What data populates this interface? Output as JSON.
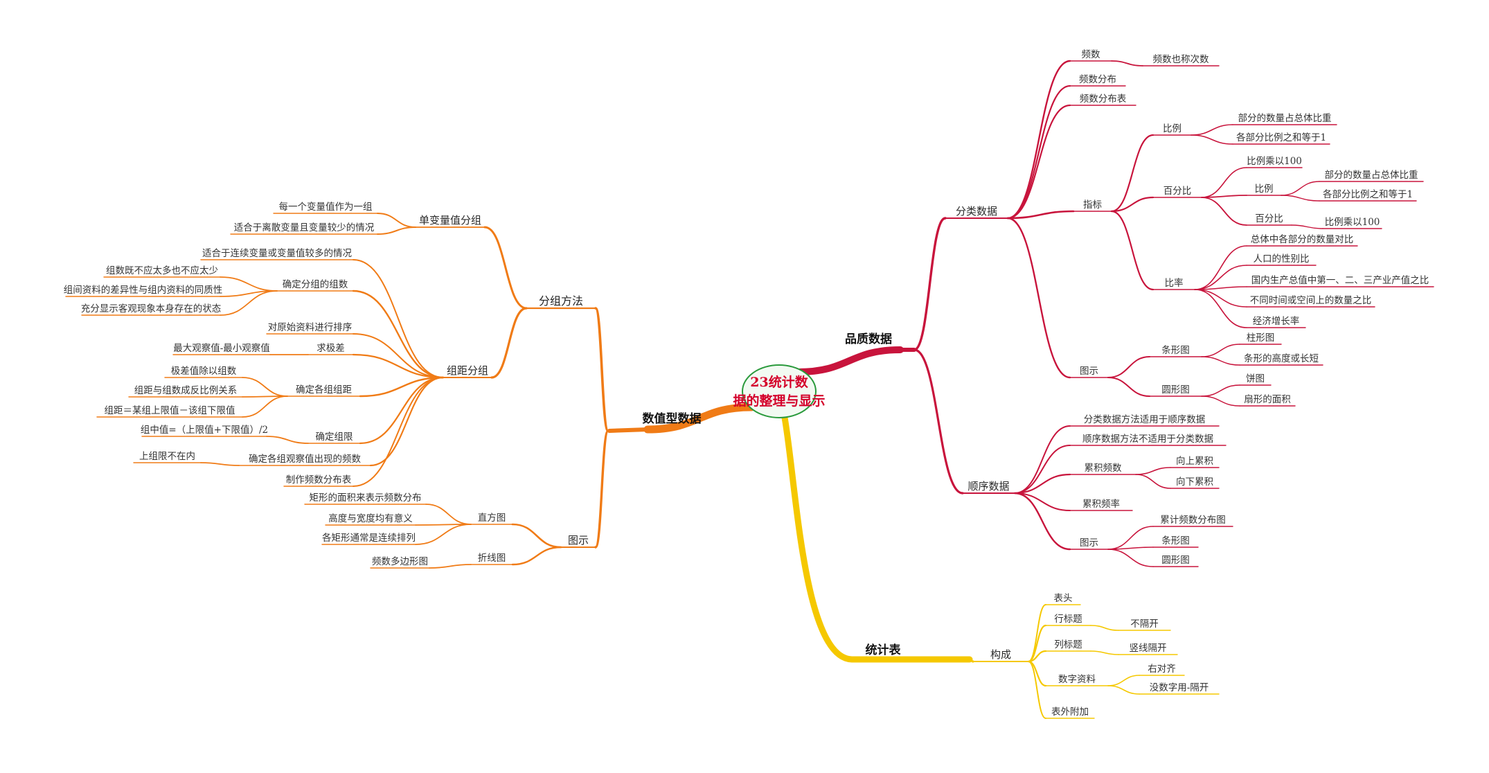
{
  "colors": {
    "numeric": "#f07b16",
    "quality": "#c8143c",
    "table": "#f5c800",
    "center_fill": "#f2faf2",
    "center_stroke": "#2a9a3c",
    "center_text": "#d4002a"
  },
  "center": {
    "title": "23统计数据的整理与显示"
  },
  "main_branches": {
    "numeric": "数值型数据",
    "quality": "品质数据",
    "table": "统计表"
  },
  "numeric": {
    "grouping_method": {
      "label": "分组方法",
      "single_value": {
        "label": "单变量值分组",
        "items": [
          "每一个变量值作为一组",
          "适合于离散变量且变量较少的情况"
        ]
      },
      "interval": {
        "label": "组距分组",
        "suitable": "适合于连续变量或变量值较多的情况",
        "group_count": {
          "label": "确定分组的组数",
          "items": [
            "组数既不应太多也不应太少",
            "组间资料的差异性与组内资料的同质性",
            "充分显示客观现象本身存在的状态"
          ]
        },
        "sort": "对原始资料进行排序",
        "range": {
          "label": "求极差",
          "item": "最大观察值-最小观察值"
        },
        "width": {
          "label": "确定各组组距",
          "items": [
            "极差值除以组数",
            "组距与组数成反比例关系",
            "组距＝某组上限值－该组下限值"
          ]
        },
        "limits": {
          "label": "确定组限",
          "item": "组中值=（上限值+下限值）/2"
        },
        "freq": {
          "label": "确定各组观察值出现的频数",
          "item": "上组限不在内"
        },
        "table": "制作频数分布表"
      }
    },
    "graph": {
      "label": "图示",
      "histogram": {
        "label": "直方图",
        "items": [
          "矩形的面积来表示频数分布",
          "高度与宽度均有意义",
          "各矩形通常是连续排列"
        ]
      },
      "polygon": {
        "label": "折线图",
        "item": "频数多边形图"
      }
    }
  },
  "quality": {
    "categorical": {
      "label": "分类数据",
      "freq": {
        "label": "频数",
        "note": "频数也称次数"
      },
      "freq_dist": "频数分布",
      "freq_table": "频数分布表",
      "indicator": {
        "label": "指标",
        "proportion": {
          "label": "比例",
          "items": [
            "部分的数量占总体比重",
            "各部分比例之和等于1"
          ]
        },
        "percent": {
          "label": "百分比",
          "definition": "比例乘以100",
          "proportion": {
            "label": "比例",
            "items": [
              "部分的数量占总体比重",
              "各部分比例之和等于1"
            ]
          },
          "percent": {
            "label": "百分比",
            "item": "比例乘以100"
          }
        },
        "ratio": {
          "label": "比率",
          "items": [
            "总体中各部分的数量对比",
            "人口的性别比",
            "国内生产总值中第一、二、三产业产值之比",
            "不同时间或空间上的数量之比",
            "经济增长率"
          ]
        }
      },
      "graph": {
        "label": "图示",
        "bar": {
          "label": "条形图",
          "items": [
            "柱形图",
            "条形的高度或长短"
          ]
        },
        "pie": {
          "label": "圆形图",
          "items": [
            "饼图",
            "扇形的面积"
          ]
        }
      }
    },
    "ordinal": {
      "label": "顺序数据",
      "items": [
        "分类数据方法适用于顺序数据",
        "顺序数据方法不适用于分类数据"
      ],
      "cumfreq": {
        "label": "累积频数",
        "items": [
          "向上累积",
          "向下累积"
        ]
      },
      "cumrate": "累积频率",
      "graph": {
        "label": "图示",
        "items": [
          "累计频数分布图",
          "条形图",
          "圆形图"
        ]
      }
    }
  },
  "stat_table": {
    "compose": {
      "label": "构成",
      "header": "表头",
      "row_title": {
        "label": "行标题",
        "note": "不隔开"
      },
      "col_title": {
        "label": "列标题",
        "note": "竖线隔开"
      },
      "data": {
        "label": "数字资料",
        "items": [
          "右对齐",
          "没数字用-隔开"
        ]
      },
      "extra": "表外附加"
    }
  }
}
